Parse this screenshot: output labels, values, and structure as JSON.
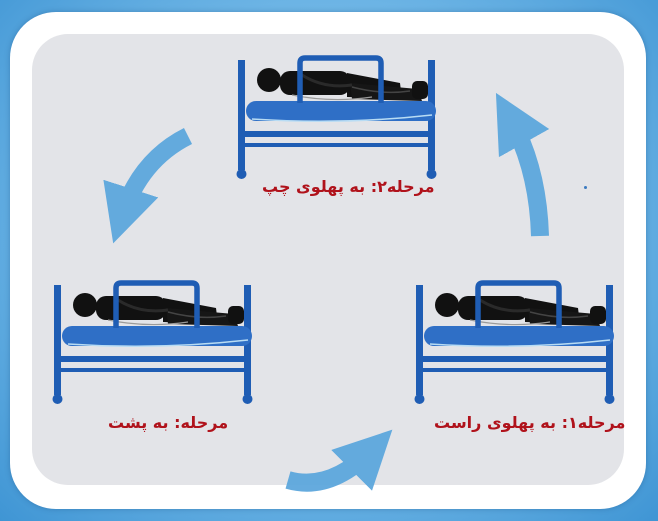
{
  "stages": {
    "top_label": "مرحله۲: به پهلوی چپ",
    "left_label": "مرحله: به پشت",
    "right_label": "مرحله۱: به پهلوی راست"
  },
  "colors": {
    "bed_frame": "#1f5db4",
    "mattress": "#2f6fc6",
    "arrow": "#5da7dd",
    "label_text": "#b0121b",
    "card_inner": "#e3e4e8",
    "background": "#6fb6e6"
  },
  "icons": {
    "bed": "hospital-bed-icon",
    "person": "lying-person-icon",
    "arrow": "curved-arrow-icon"
  }
}
